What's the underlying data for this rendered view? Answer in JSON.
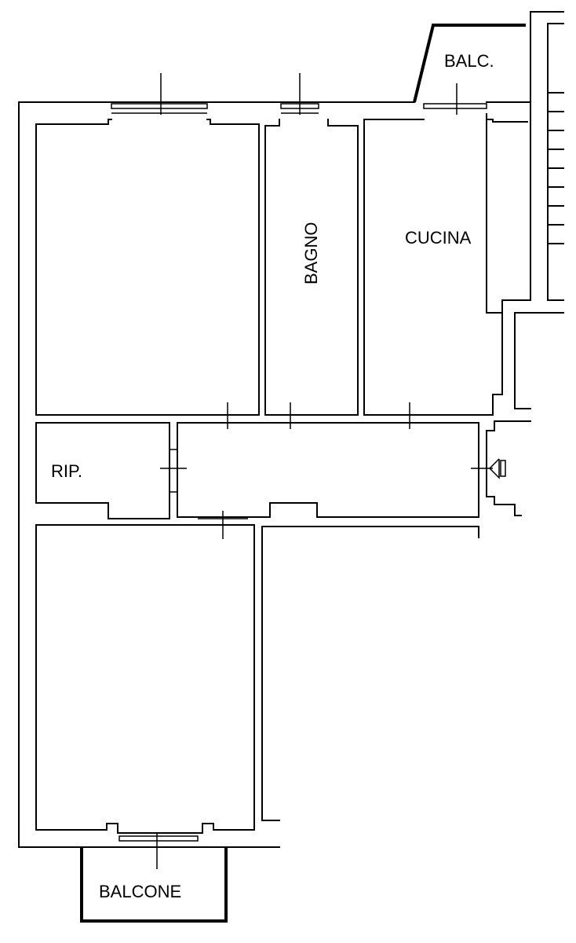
{
  "rooms": {
    "balc": "BALC.",
    "bagno": "BAGNO",
    "cucina": "CUCINA",
    "rip": "RIP.",
    "balcone": "BALCONE"
  }
}
